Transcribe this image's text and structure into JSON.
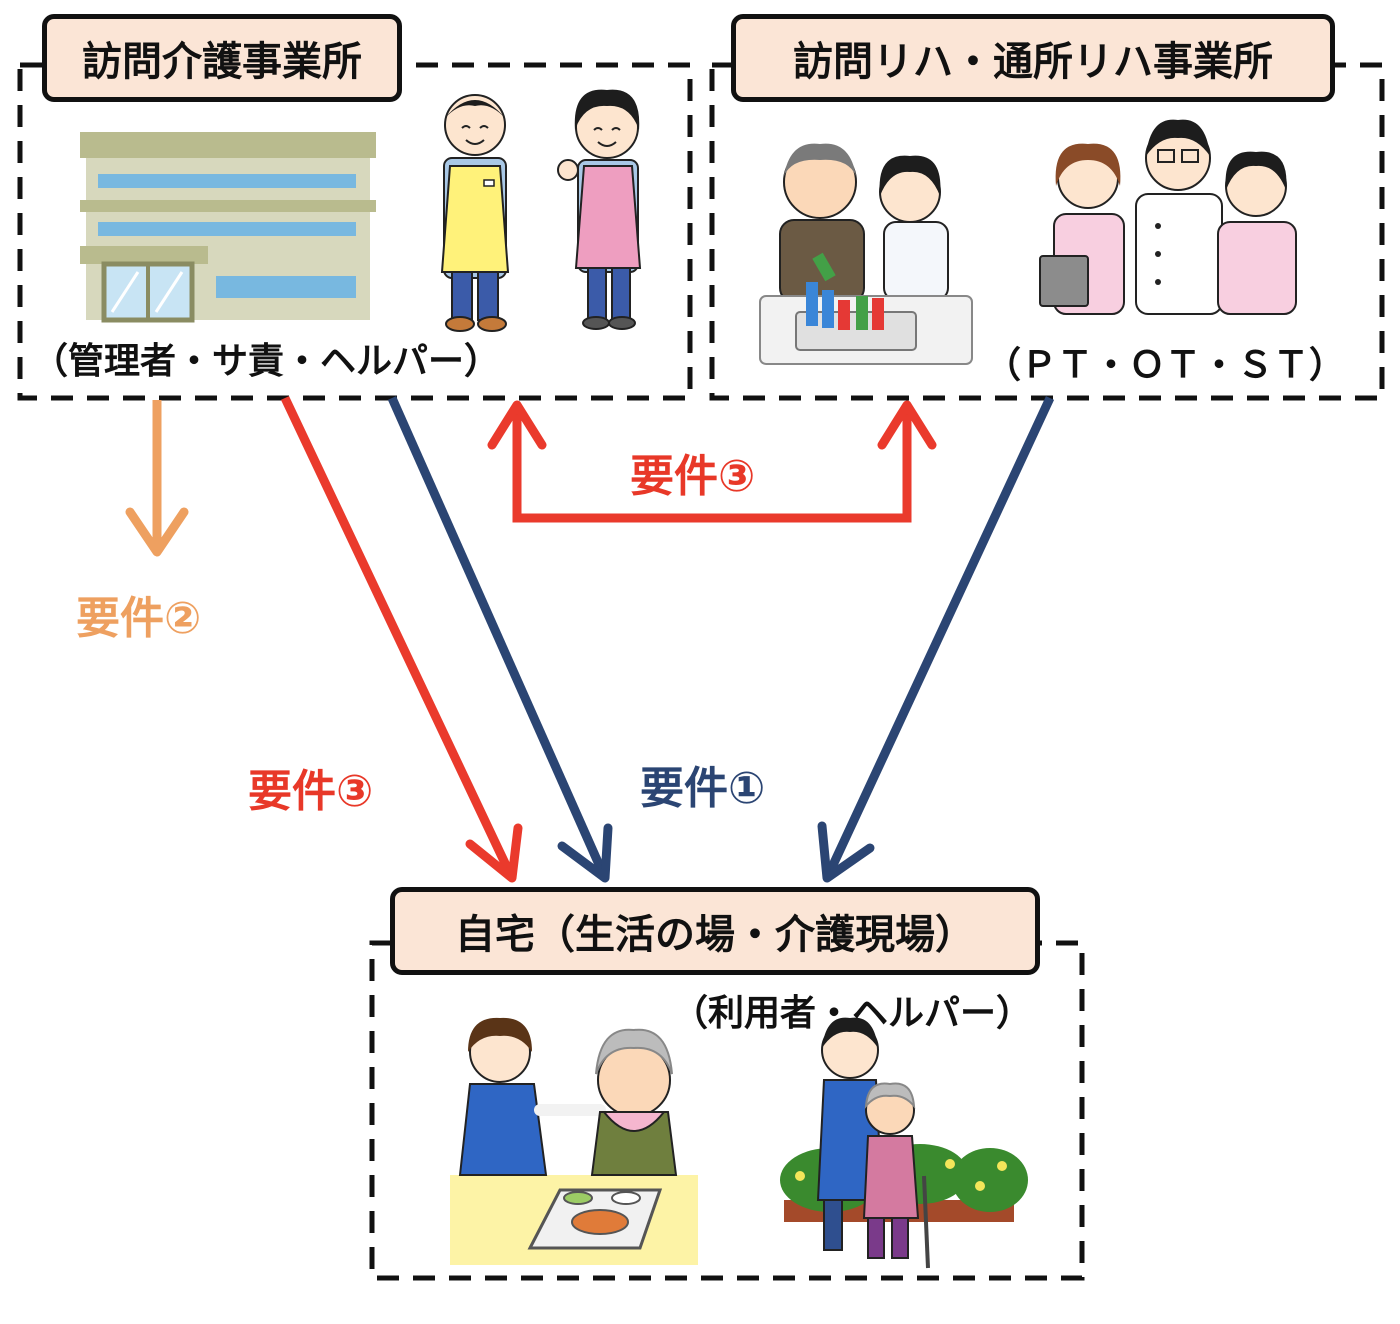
{
  "boxes": {
    "care_office": {
      "title": "訪問介護事業所",
      "caption": "（管理者・サ責・ヘルパー）"
    },
    "rehab_office": {
      "title": "訪問リハ・通所リハ事業所",
      "caption": "（ＰＴ・ＯＴ・ＳＴ）"
    },
    "home": {
      "title": "自宅（生活の場・介護現場）",
      "caption": "（利用者・ヘルパー）"
    }
  },
  "requirements": {
    "req1": "要件①",
    "req2": "要件②",
    "req3_left": "要件③",
    "req3_top": "要件③"
  },
  "colors": {
    "navy_arrow": "#2b4573",
    "red_arrow": "#ea3a2c",
    "orange_arrow": "#eea060",
    "title_fill": "#fbe5d6",
    "req1_text": "#2b4573",
    "req2_text": "#eea060",
    "req3_text": "#e83828"
  }
}
